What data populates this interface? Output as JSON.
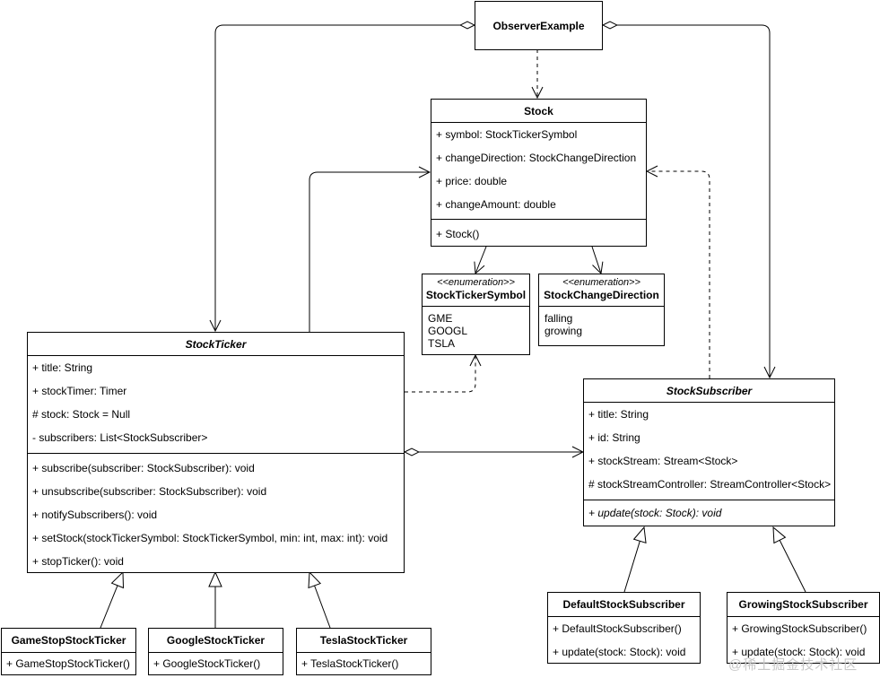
{
  "observer": {
    "name": "ObserverExample"
  },
  "stock": {
    "name": "Stock",
    "attributes": [
      "+ symbol: StockTickerSymbol",
      "+ changeDirection: StockChangeDirection",
      "+ price: double",
      "+ changeAmount: double"
    ],
    "methods": [
      "+ Stock()"
    ]
  },
  "ticker_symbol": {
    "stereotype": "<<enumeration>>",
    "name": "StockTickerSymbol",
    "literals": [
      "GME",
      "GOOGL",
      "TSLA"
    ]
  },
  "change_direction": {
    "stereotype": "<<enumeration>>",
    "name": "StockChangeDirection",
    "literals": [
      "falling",
      "growing"
    ]
  },
  "stock_ticker": {
    "name": "StockTicker",
    "attributes": [
      "+ title: String",
      "+ stockTimer: Timer",
      "# stock: Stock = Null",
      "- subscribers: List<StockSubscriber>"
    ],
    "methods": [
      "+ subscribe(subscriber: StockSubscriber): void",
      "+ unsubscribe(subscriber: StockSubscriber): void",
      "+ notifySubscribers(): void",
      "+ setStock(stockTickerSymbol: StockTickerSymbol, min: int, max: int): void",
      "+ stopTicker(): void"
    ]
  },
  "stock_subscriber": {
    "name": "StockSubscriber",
    "attributes": [
      "+ title: String",
      "+ id: String",
      "+ stockStream: Stream<Stock>",
      "# stockStreamController: StreamController<Stock>"
    ],
    "methods": [
      "+ update(stock: Stock): void"
    ]
  },
  "gamestop_ticker": {
    "name": "GameStopStockTicker",
    "methods": [
      "+ GameStopStockTicker()"
    ]
  },
  "google_ticker": {
    "name": "GoogleStockTicker",
    "methods": [
      "+ GoogleStockTicker()"
    ]
  },
  "tesla_ticker": {
    "name": "TeslaStockTicker",
    "methods": [
      "+ TeslaStockTicker()"
    ]
  },
  "default_subscriber": {
    "name": "DefaultStockSubscriber",
    "methods": [
      "+ DefaultStockSubscriber()",
      "+ update(stock: Stock): void"
    ]
  },
  "growing_subscriber": {
    "name": "GrowingStockSubscriber",
    "methods": [
      "+ GrowingStockSubscriber()",
      "+ update(stock: Stock): void"
    ]
  },
  "watermark": "@稀土掘金技术社区"
}
